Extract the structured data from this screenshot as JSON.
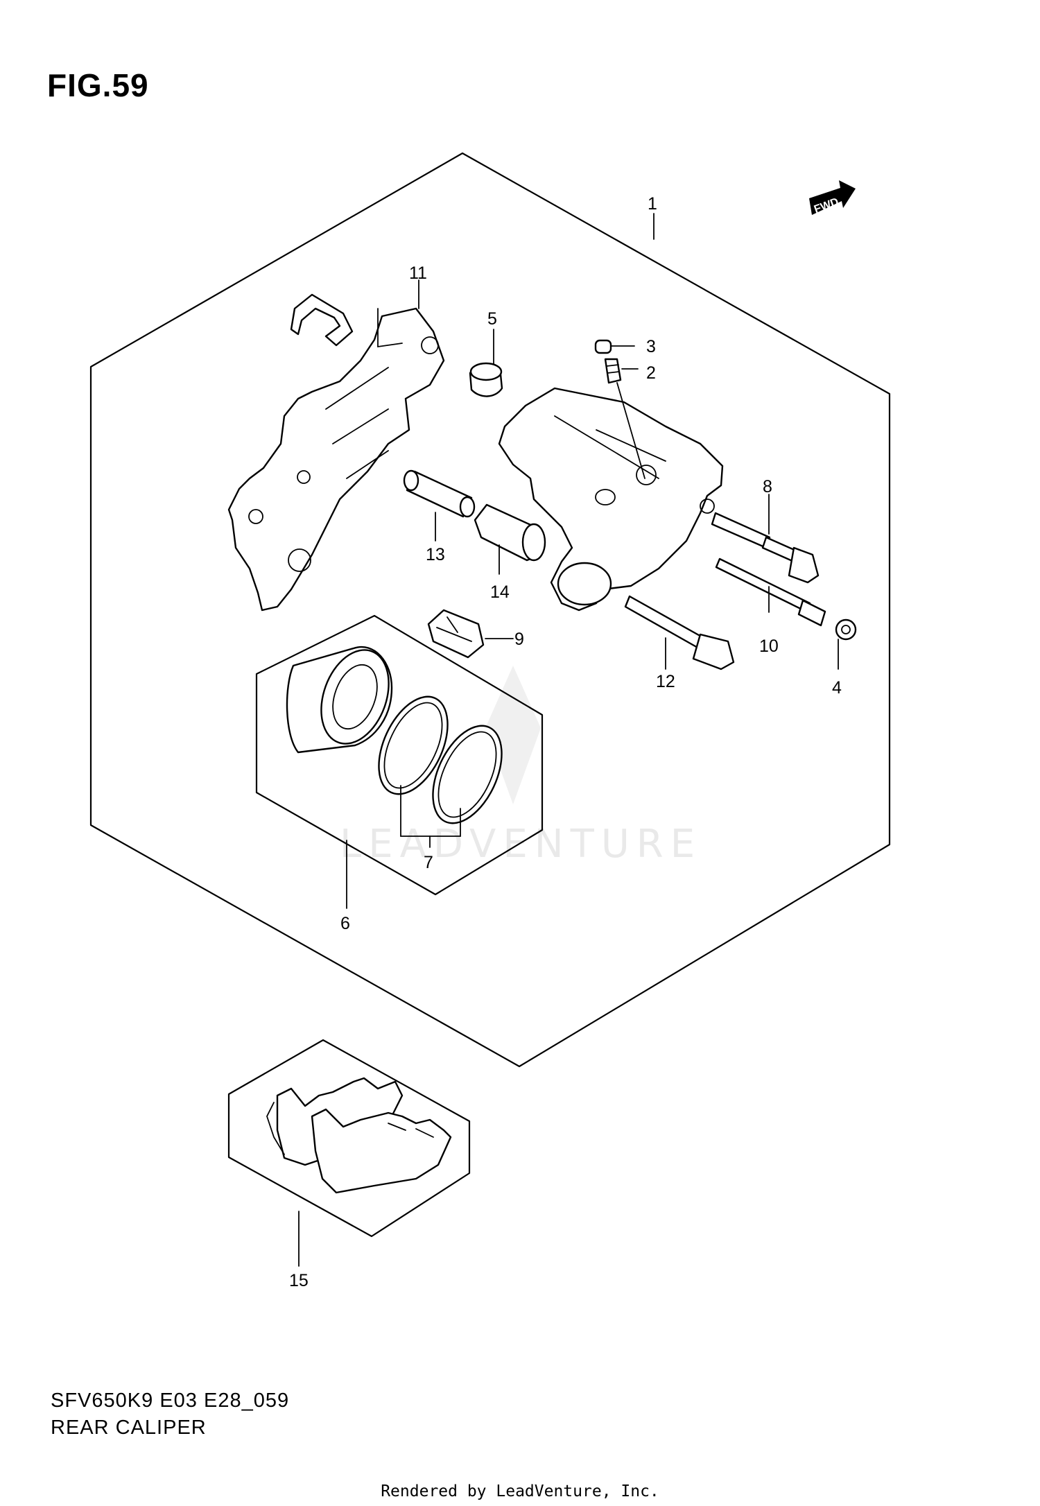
{
  "figure": {
    "title": "FIG.59",
    "model_code": "SFV650K9 E03 E28_059",
    "caption": "REAR CALIPER",
    "rendered_by": "Rendered by LeadVenture, Inc.",
    "direction_badge": "FWD",
    "watermark": "LEADVENTURE"
  },
  "callouts": [
    {
      "id": "callout-1",
      "label": "1"
    },
    {
      "id": "callout-2",
      "label": "2"
    },
    {
      "id": "callout-3",
      "label": "3"
    },
    {
      "id": "callout-4",
      "label": "4"
    },
    {
      "id": "callout-5",
      "label": "5"
    },
    {
      "id": "callout-6",
      "label": "6"
    },
    {
      "id": "callout-7",
      "label": "7"
    },
    {
      "id": "callout-8",
      "label": "8"
    },
    {
      "id": "callout-9",
      "label": "9"
    },
    {
      "id": "callout-10",
      "label": "10"
    },
    {
      "id": "callout-11",
      "label": "11"
    },
    {
      "id": "callout-12",
      "label": "12"
    },
    {
      "id": "callout-13",
      "label": "13"
    },
    {
      "id": "callout-14",
      "label": "14"
    },
    {
      "id": "callout-15",
      "label": "15"
    }
  ],
  "colors": {
    "line": "#000000",
    "background": "#ffffff",
    "watermark": "#e9e9e9"
  }
}
